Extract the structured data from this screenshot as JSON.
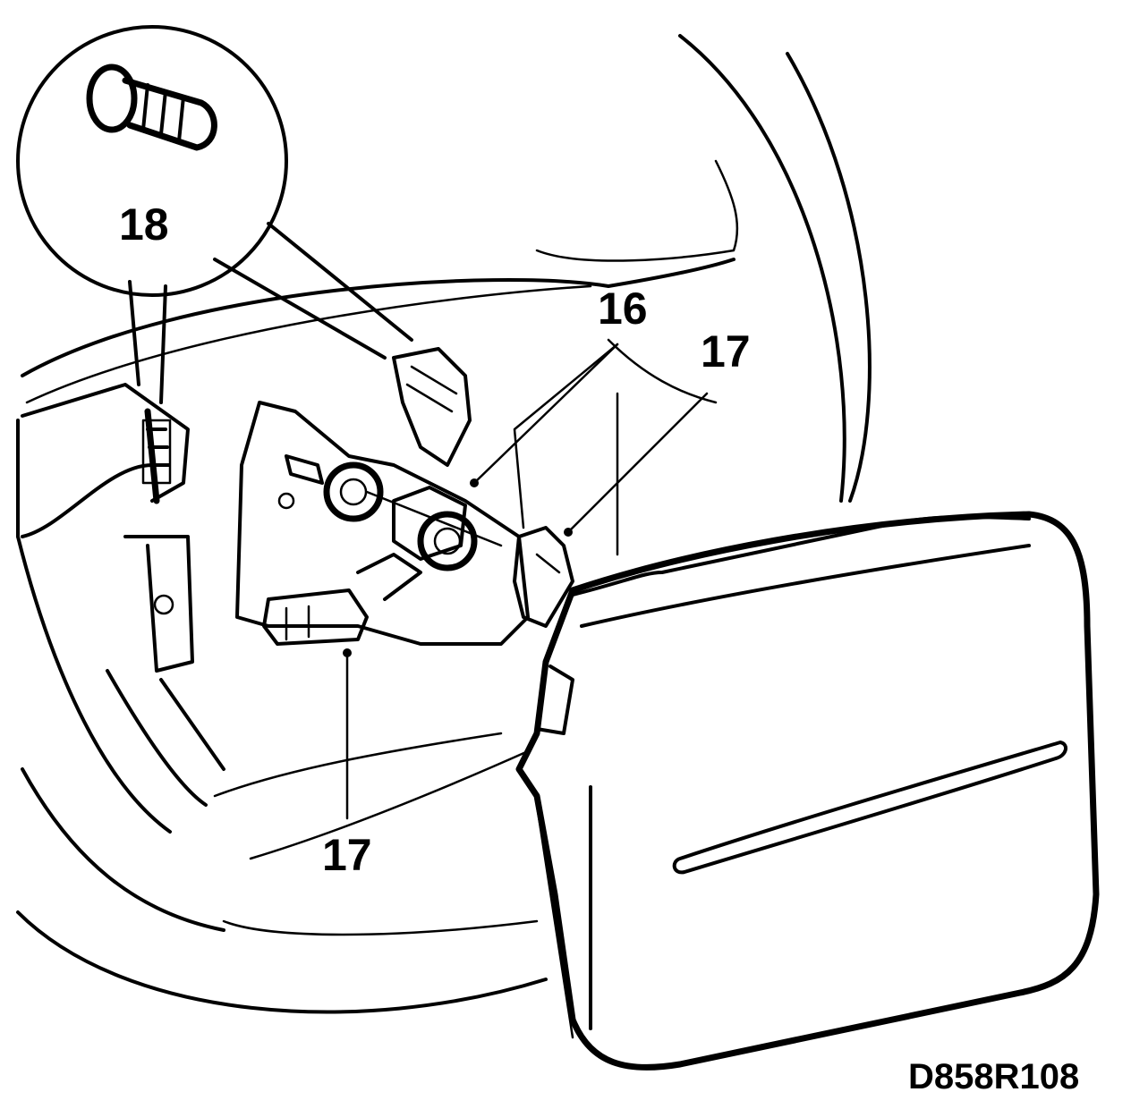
{
  "callouts": {
    "c16": "16",
    "c17_right": "17",
    "c17_bottom": "17",
    "c18": "18"
  },
  "figure_code": "D858R108"
}
